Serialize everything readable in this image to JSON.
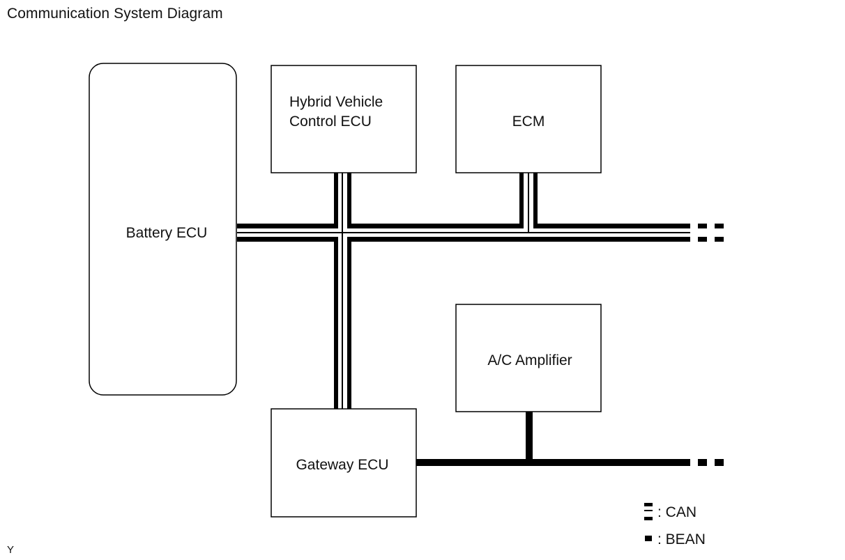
{
  "title": "Communication System Diagram",
  "corner_code": "Y",
  "nodes": {
    "battery_ecu": "Battery ECU",
    "hv_ecu_line1": "Hybrid Vehicle",
    "hv_ecu_line2": "Control ECU",
    "ecm": "ECM",
    "ac_amplifier": "A/C Amplifier",
    "gateway_ecu": "Gateway ECU"
  },
  "legend": {
    "can": ": CAN",
    "bean": ": BEAN"
  }
}
